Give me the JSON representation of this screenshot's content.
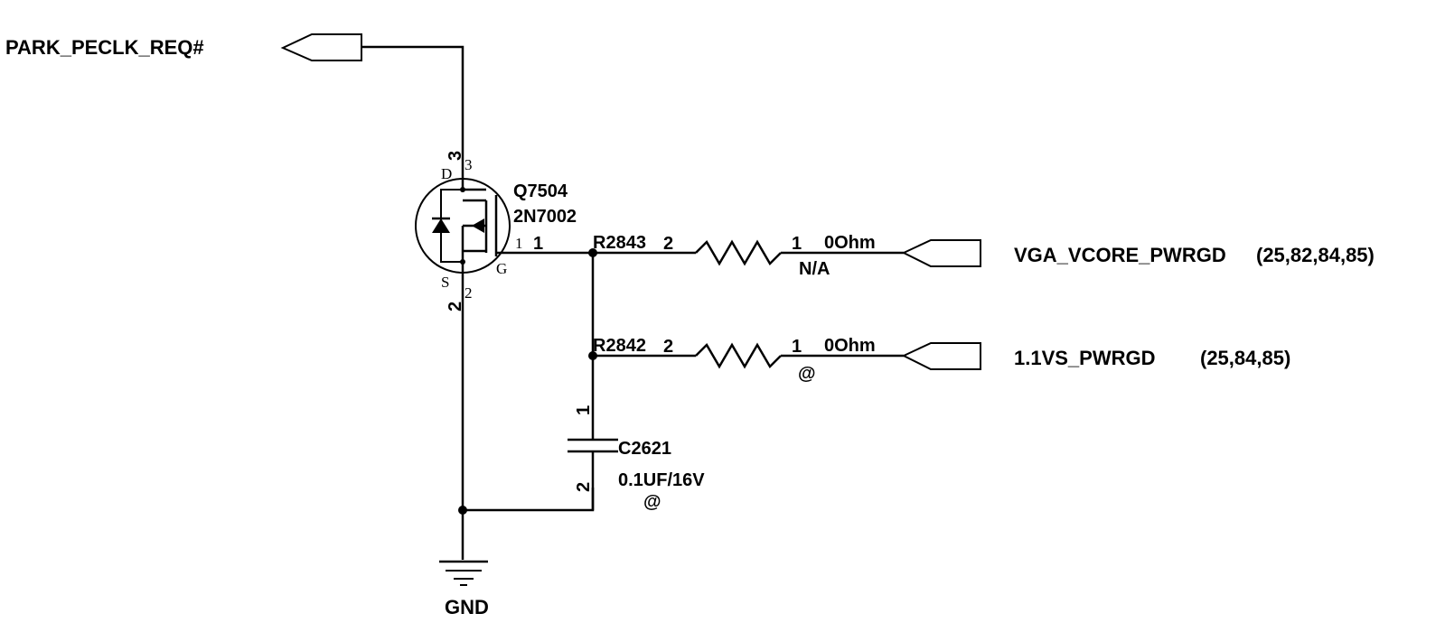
{
  "nets": {
    "park_peclk_req": "PARK_PECLK_REQ#",
    "vga_vcore_pwrgd": "VGA_VCORE_PWRGD",
    "vga_vcore_pwrgd_refs": "(25,82,84,85)",
    "pwrgd_1_1vs": "1.1VS_PWRGD",
    "pwrgd_1_1vs_refs": "(25,84,85)",
    "gnd": "GND"
  },
  "transistor": {
    "ref": "Q7504",
    "part": "2N7002",
    "pin_labels": {
      "drain": "D",
      "source": "S",
      "gate": "G"
    },
    "pin_numbers": {
      "drain": "3",
      "source": "2",
      "gate": "1"
    }
  },
  "resistors": [
    {
      "ref": "R2843",
      "value": "0Ohm",
      "note": "N/A",
      "pin_left": "2",
      "pin_right": "1"
    },
    {
      "ref": "R2842",
      "value": "0Ohm",
      "note": "@",
      "pin_left": "2",
      "pin_right": "1"
    }
  ],
  "capacitor": {
    "ref": "C2621",
    "value": "0.1UF/16V",
    "note": "@",
    "pin_top": "1",
    "pin_bottom": "2"
  }
}
